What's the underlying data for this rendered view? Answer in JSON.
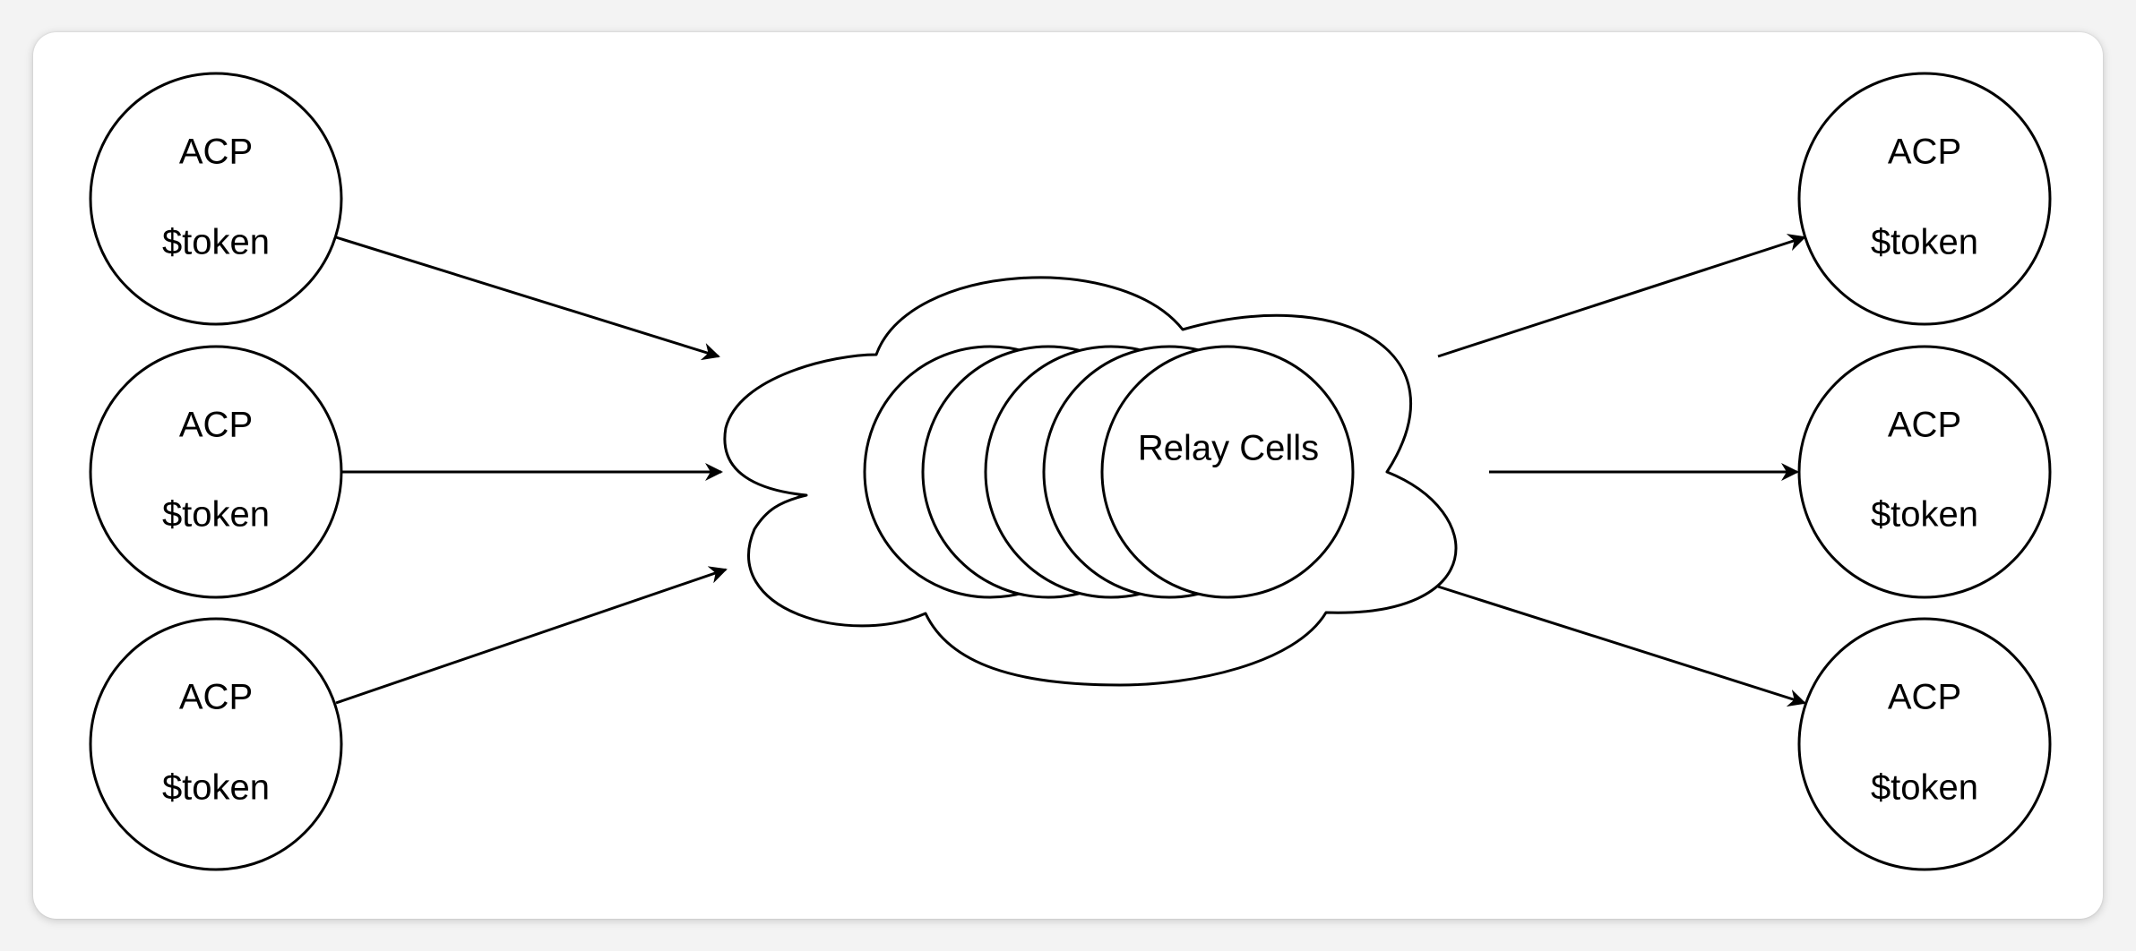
{
  "diagram": {
    "colors": {
      "stroke": "#000000",
      "fill": "#ffffff",
      "card": "#ffffff",
      "background": "#f3f3f3"
    },
    "left_nodes": [
      {
        "title": "ACP",
        "subtitle": "$token"
      },
      {
        "title": "ACP",
        "subtitle": "$token"
      },
      {
        "title": "ACP",
        "subtitle": "$token"
      }
    ],
    "right_nodes": [
      {
        "title": "ACP",
        "subtitle": "$token"
      },
      {
        "title": "ACP",
        "subtitle": "$token"
      },
      {
        "title": "ACP",
        "subtitle": "$token"
      }
    ],
    "center": {
      "label": "Relay Cells",
      "stacked_circle_count": 5
    }
  }
}
